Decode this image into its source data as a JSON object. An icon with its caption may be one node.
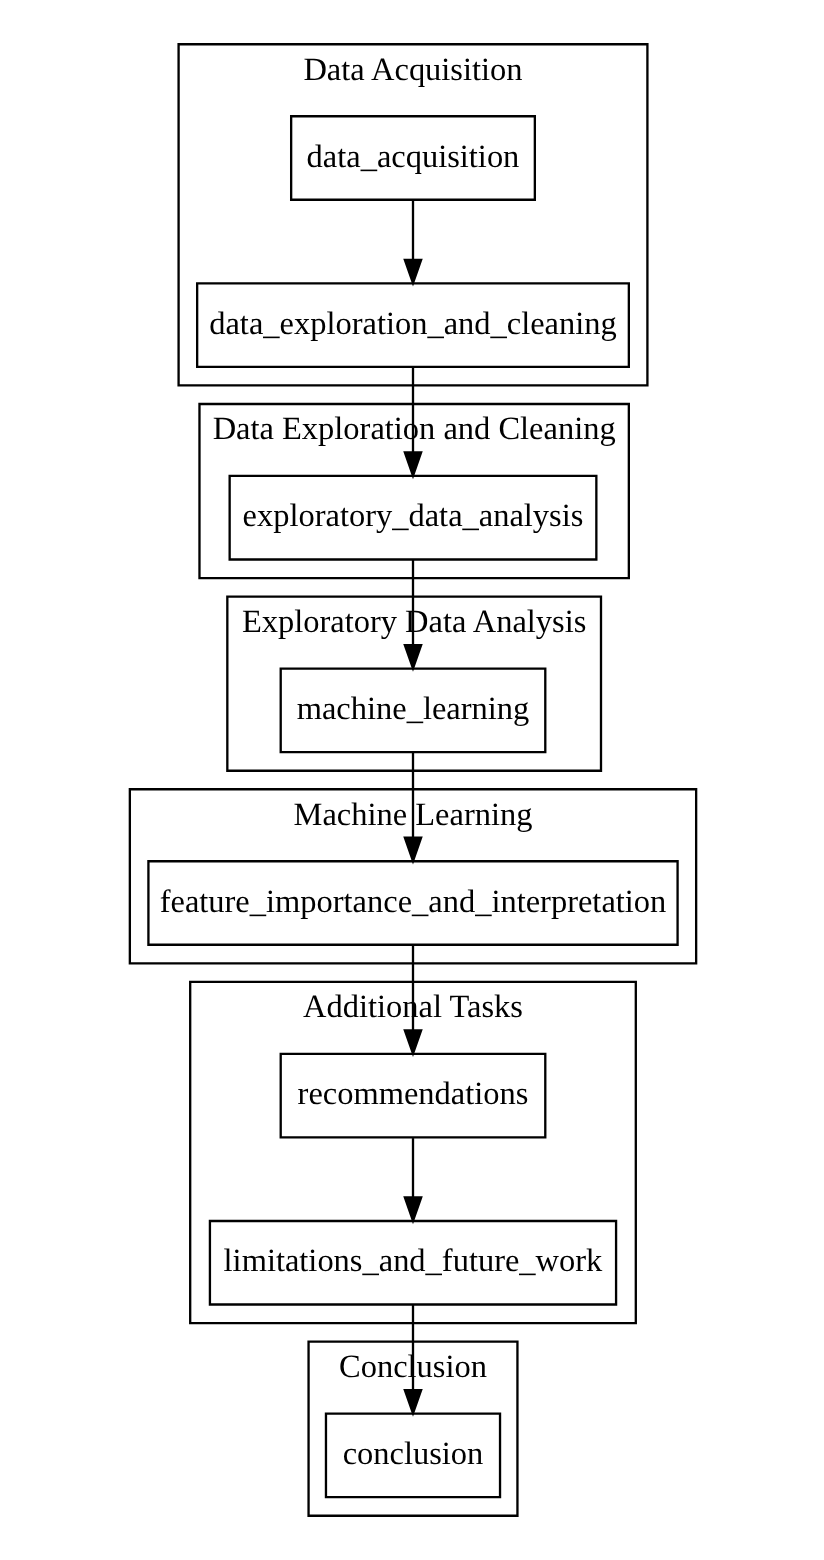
{
  "diagram": {
    "nodes": [
      {
        "text": [
          "Data Acquisition"
        ]
      },
      {
        "text": [
          "data_acquisition"
        ],
        "in": 0
      },
      {
        "text": [
          "data_exploration_and_cleaning"
        ],
        "in": 0
      },
      {
        "text": [
          "Data Exploration and Cleaning"
        ]
      },
      {
        "text": [
          "exploratory_data_analysis"
        ],
        "in": 3
      },
      {
        "text": [
          "Exploratory Data Analysis"
        ]
      },
      {
        "text": [
          "machine_learning"
        ],
        "in": 5
      },
      {
        "text": [
          "Machine Learning"
        ]
      },
      {
        "text": [
          "feature_importance_and_interpretation"
        ],
        "in": 7
      },
      {
        "text": [
          "Additional Tasks"
        ]
      },
      {
        "text": [
          "recommendations"
        ],
        "in": 9
      },
      {
        "text": [
          "limitations_and_future_work"
        ],
        "in": 9
      },
      {
        "text": [
          "Conclusion"
        ]
      },
      {
        "text": [
          "conclusion"
        ],
        "in": 12
      }
    ],
    "edges": [
      {
        "from": 1,
        "to": 2,
        "arrow": "to"
      },
      {
        "from": 2,
        "to": 4,
        "arrow": "to"
      },
      {
        "from": 4,
        "to": 6,
        "arrow": "to"
      },
      {
        "from": 6,
        "to": 8,
        "arrow": "to"
      },
      {
        "from": 8,
        "to": 10,
        "arrow": "to"
      },
      {
        "from": 10,
        "to": 11,
        "arrow": "to"
      },
      {
        "from": 11,
        "to": 13,
        "arrow": "to"
      }
    ]
  }
}
